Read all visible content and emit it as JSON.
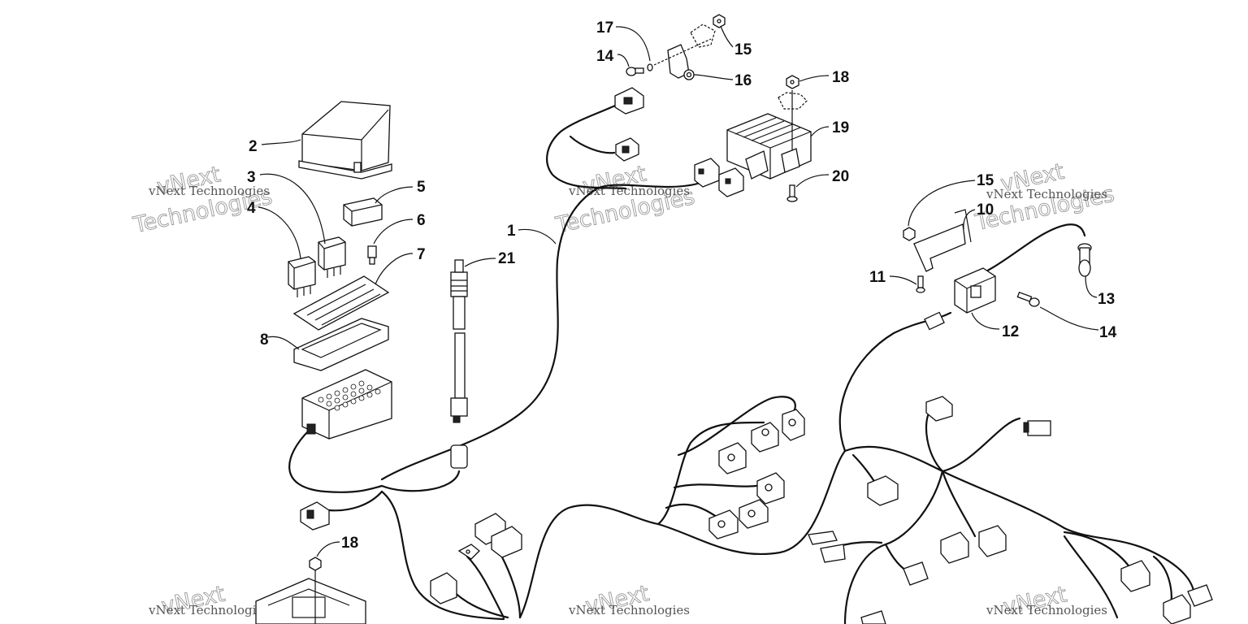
{
  "watermark": {
    "text": "vNext Technologies",
    "word1": "vNext",
    "word2": "Technologies"
  },
  "callouts": {
    "c1": "1",
    "c2": "2",
    "c3": "3",
    "c4": "4",
    "c5": "5",
    "c6": "6",
    "c7": "7",
    "c8": "8",
    "c10": "10",
    "c11": "11",
    "c12": "12",
    "c13": "13",
    "c14a": "14",
    "c14b": "14",
    "c15a": "15",
    "c15b": "15",
    "c16": "16",
    "c17": "17",
    "c18a": "18",
    "c18b": "18",
    "c19": "19",
    "c20": "20",
    "c21": "21"
  }
}
